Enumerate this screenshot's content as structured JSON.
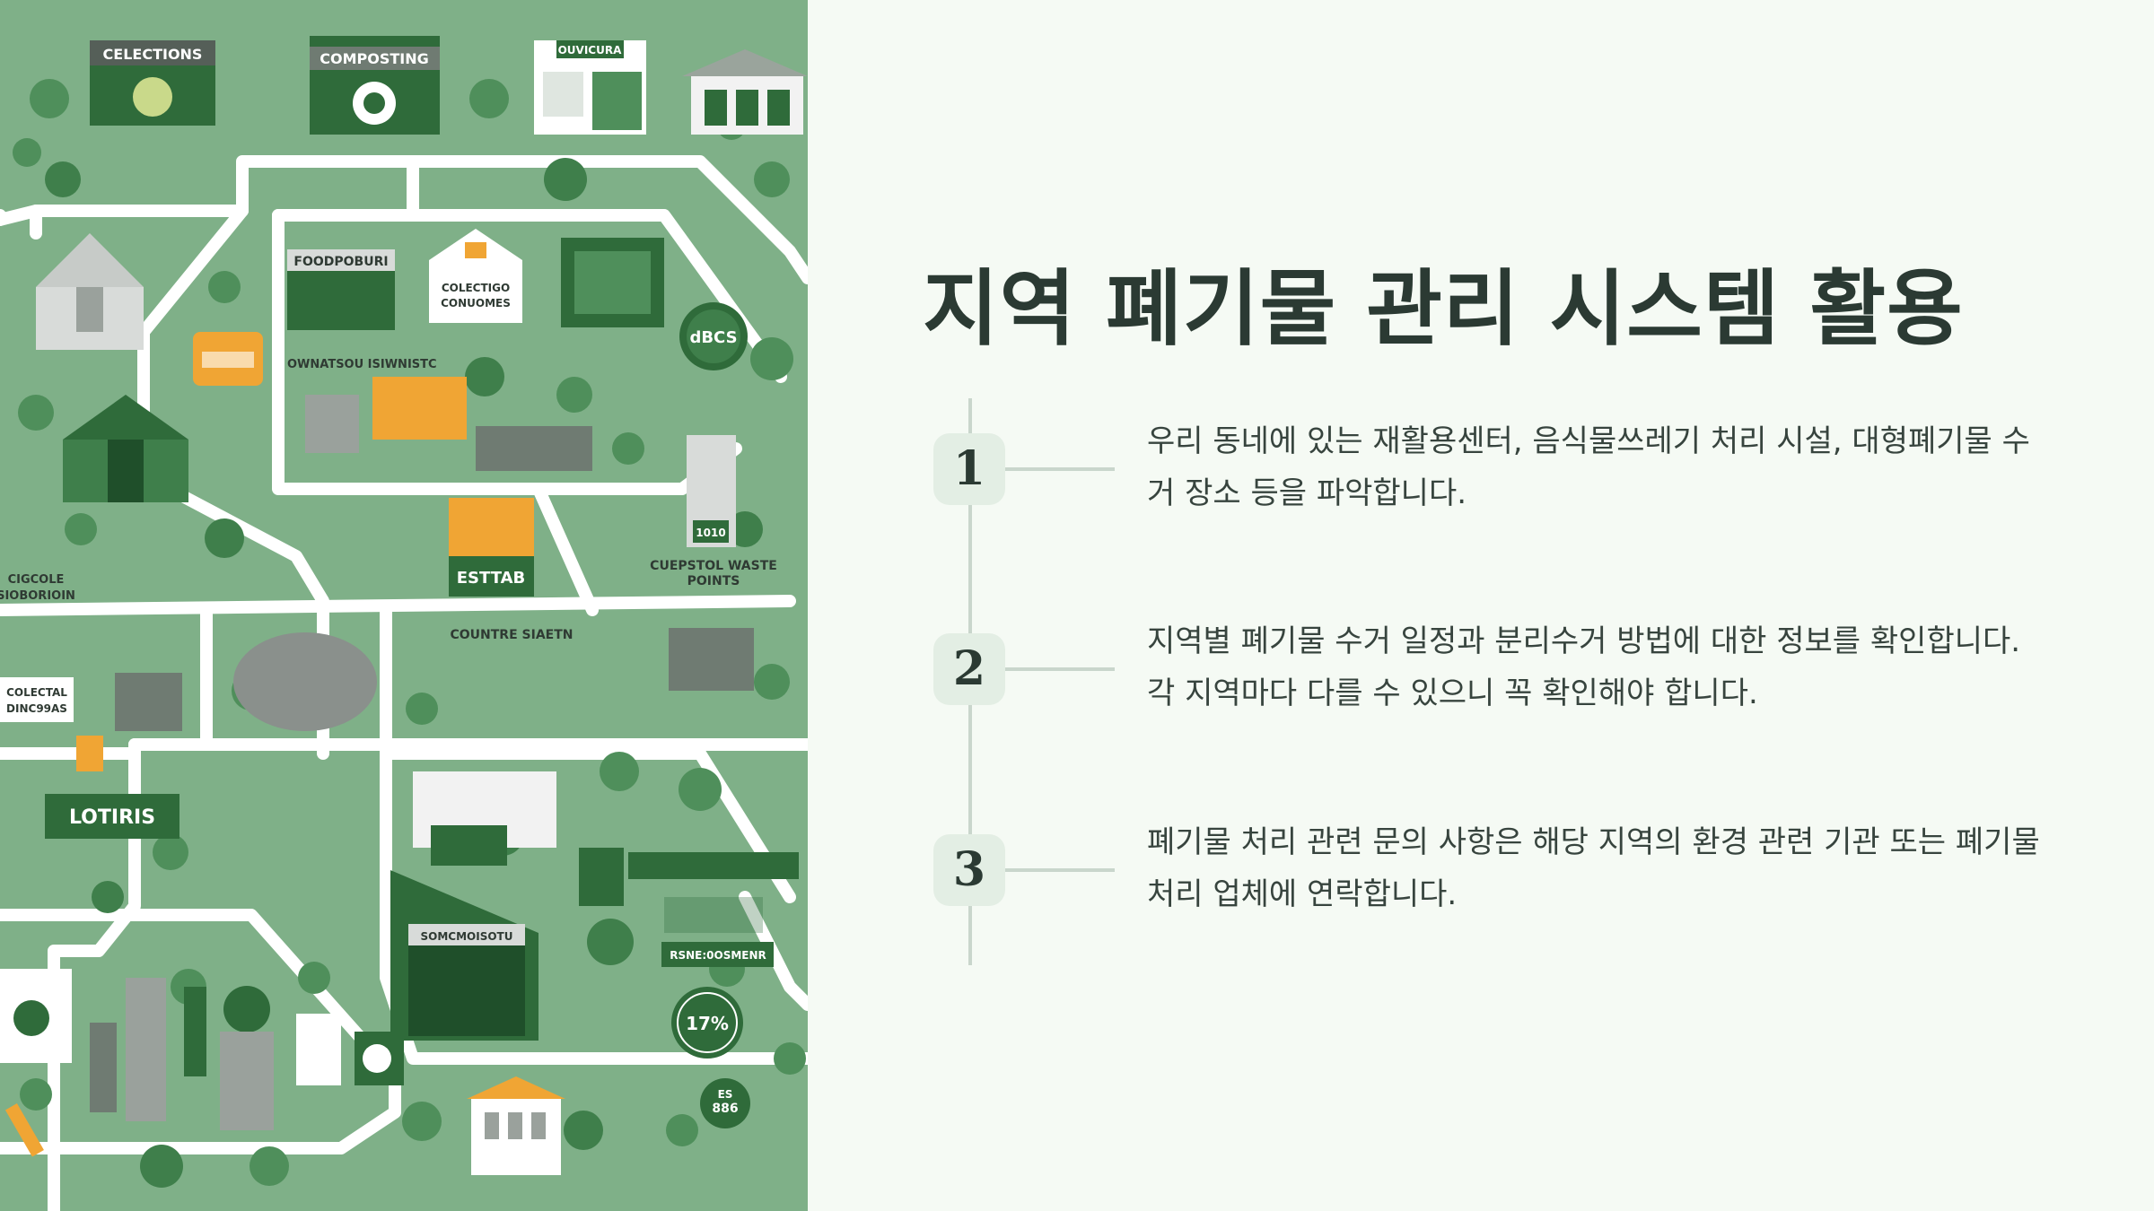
{
  "slide": {
    "title": "지역 폐기물 관리 시스템 활용",
    "steps": [
      {
        "number": "1",
        "text": "우리 동네에 있는 재활용센터, 음식물쓰레기 처리 시설, 대형폐기물 수거 장소 등을 파악합니다."
      },
      {
        "number": "2",
        "text": "지역별 폐기물 수거 일정과 분리수거 방법에 대한 정보를 확인합니다. 각 지역마다 다를 수 있으니 꼭 확인해야 합니다."
      },
      {
        "number": "3",
        "text": "폐기물 처리 관련 문의 사항은 해당 지역의 환경 관련 기관 또는 폐기물 처리 업체에 연락합니다."
      }
    ]
  },
  "map": {
    "labels": {
      "top_left": "CELECTIONS",
      "composting": "COMPOSTING",
      "top_right": "OUVICURA",
      "sign_mid_left": "FOODPOBURI",
      "collection": "COLECTIGO CONUOMES",
      "orange_sign": "ESTTAB",
      "owners": "OWNATSOU ISIWNISTC",
      "gray_badge": "dBCS",
      "waste_points": "CUEPSTOL WASTE POINTS",
      "tower_label": "1010",
      "center_text": "COUNTRE SIAETN",
      "left_label": "CIGCOLE SIOBORIOIN",
      "collectal": "COLECTAL DINC99AS",
      "lotiris": "LOTIRIS",
      "bottom_sign": "SOMCMOISOTU",
      "pct_badge": "17%",
      "right_sign": "RSNE:0OSMENR",
      "small_right": "ES 886"
    },
    "colors": {
      "background": "#7fb088",
      "road": "#ffffff",
      "tree": "#4f8f5b",
      "dark_green": "#2f6b3a",
      "accent_orange": "#f0a534"
    }
  }
}
